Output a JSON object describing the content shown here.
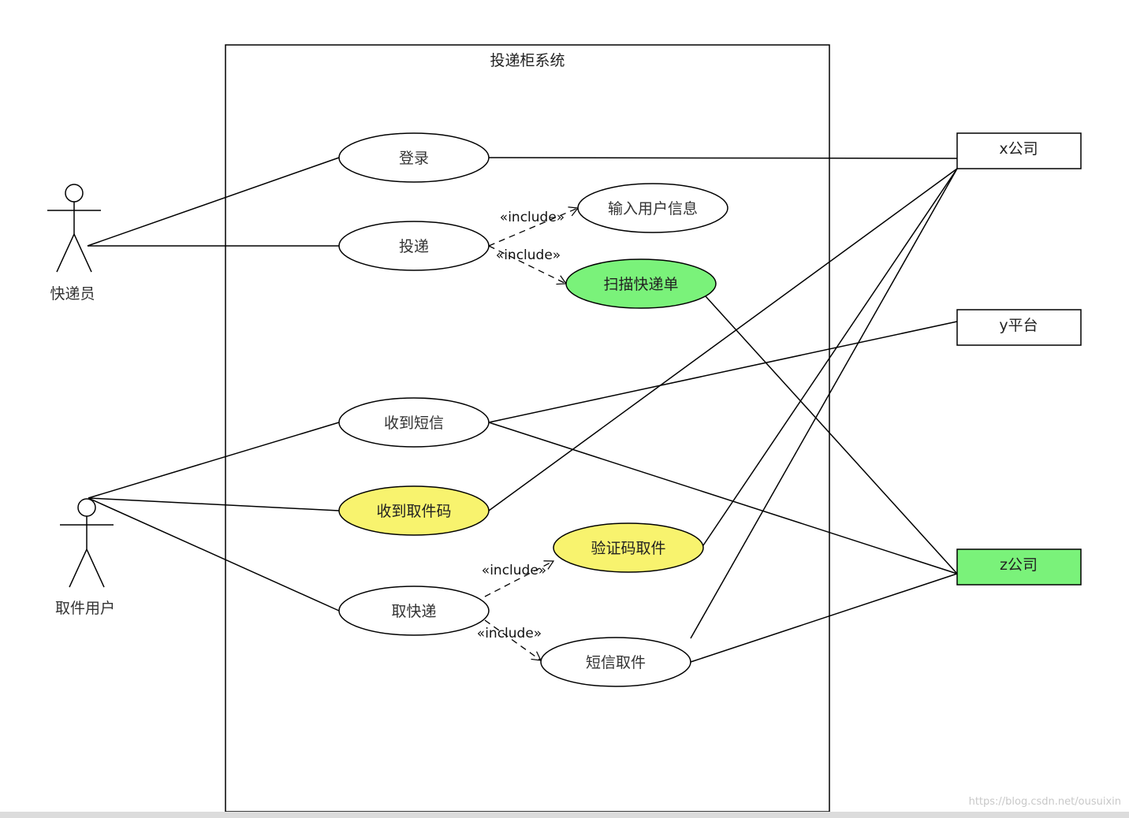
{
  "system": {
    "title": "投递柜系统"
  },
  "actors": {
    "courier": {
      "label": "快递员"
    },
    "pickup_user": {
      "label": "取件用户"
    }
  },
  "use_cases": {
    "login": {
      "label": "登录"
    },
    "deliver": {
      "label": "投递"
    },
    "input_user_info": {
      "label": "输入用户信息"
    },
    "scan_waybill": {
      "label": "扫描快递单"
    },
    "receive_sms": {
      "label": "收到短信"
    },
    "receive_pickup_code": {
      "label": "收到取件码"
    },
    "code_pickup": {
      "label": "验证码取件"
    },
    "pickup": {
      "label": "取快递"
    },
    "sms_pickup": {
      "label": "短信取件"
    }
  },
  "stereotype": "«include»",
  "external_systems": {
    "x_company": {
      "label": "x公司"
    },
    "y_platform": {
      "label": "y平台"
    },
    "z_company": {
      "label": "z公司"
    }
  },
  "colors": {
    "green": "#7af27a",
    "yellow": "#f8f36e",
    "stroke": "#000000"
  },
  "watermark": "https://blog.csdn.net/ousuixin"
}
